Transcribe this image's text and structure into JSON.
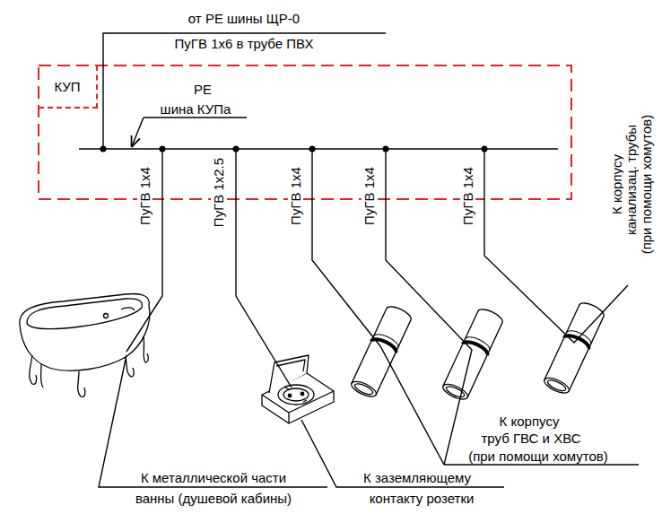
{
  "diagram": {
    "nodes": [
      {
        "text": [
          "КУП"
        ]
      }
    ],
    "labels": [
      "от РЕ шины ЩР-0",
      "ПуГВ 1х6 в трубе ПВХ",
      "РЕ",
      "шина КУПа",
      "ПуГВ 1х4",
      "ПуГВ 1х2.5",
      "ПуГВ 1х4",
      "ПуГВ 1х4",
      "ПуГВ 1х4",
      "К корпусу",
      "канализац. трубы",
      "(при помощи хомутов)",
      "К корпусу",
      "труб ГВС и ХВС",
      "(при помощи хомутов)",
      "К металлической части",
      "ванны (душевой кабины)",
      "К заземляющему",
      "контакту розетки"
    ]
  }
}
